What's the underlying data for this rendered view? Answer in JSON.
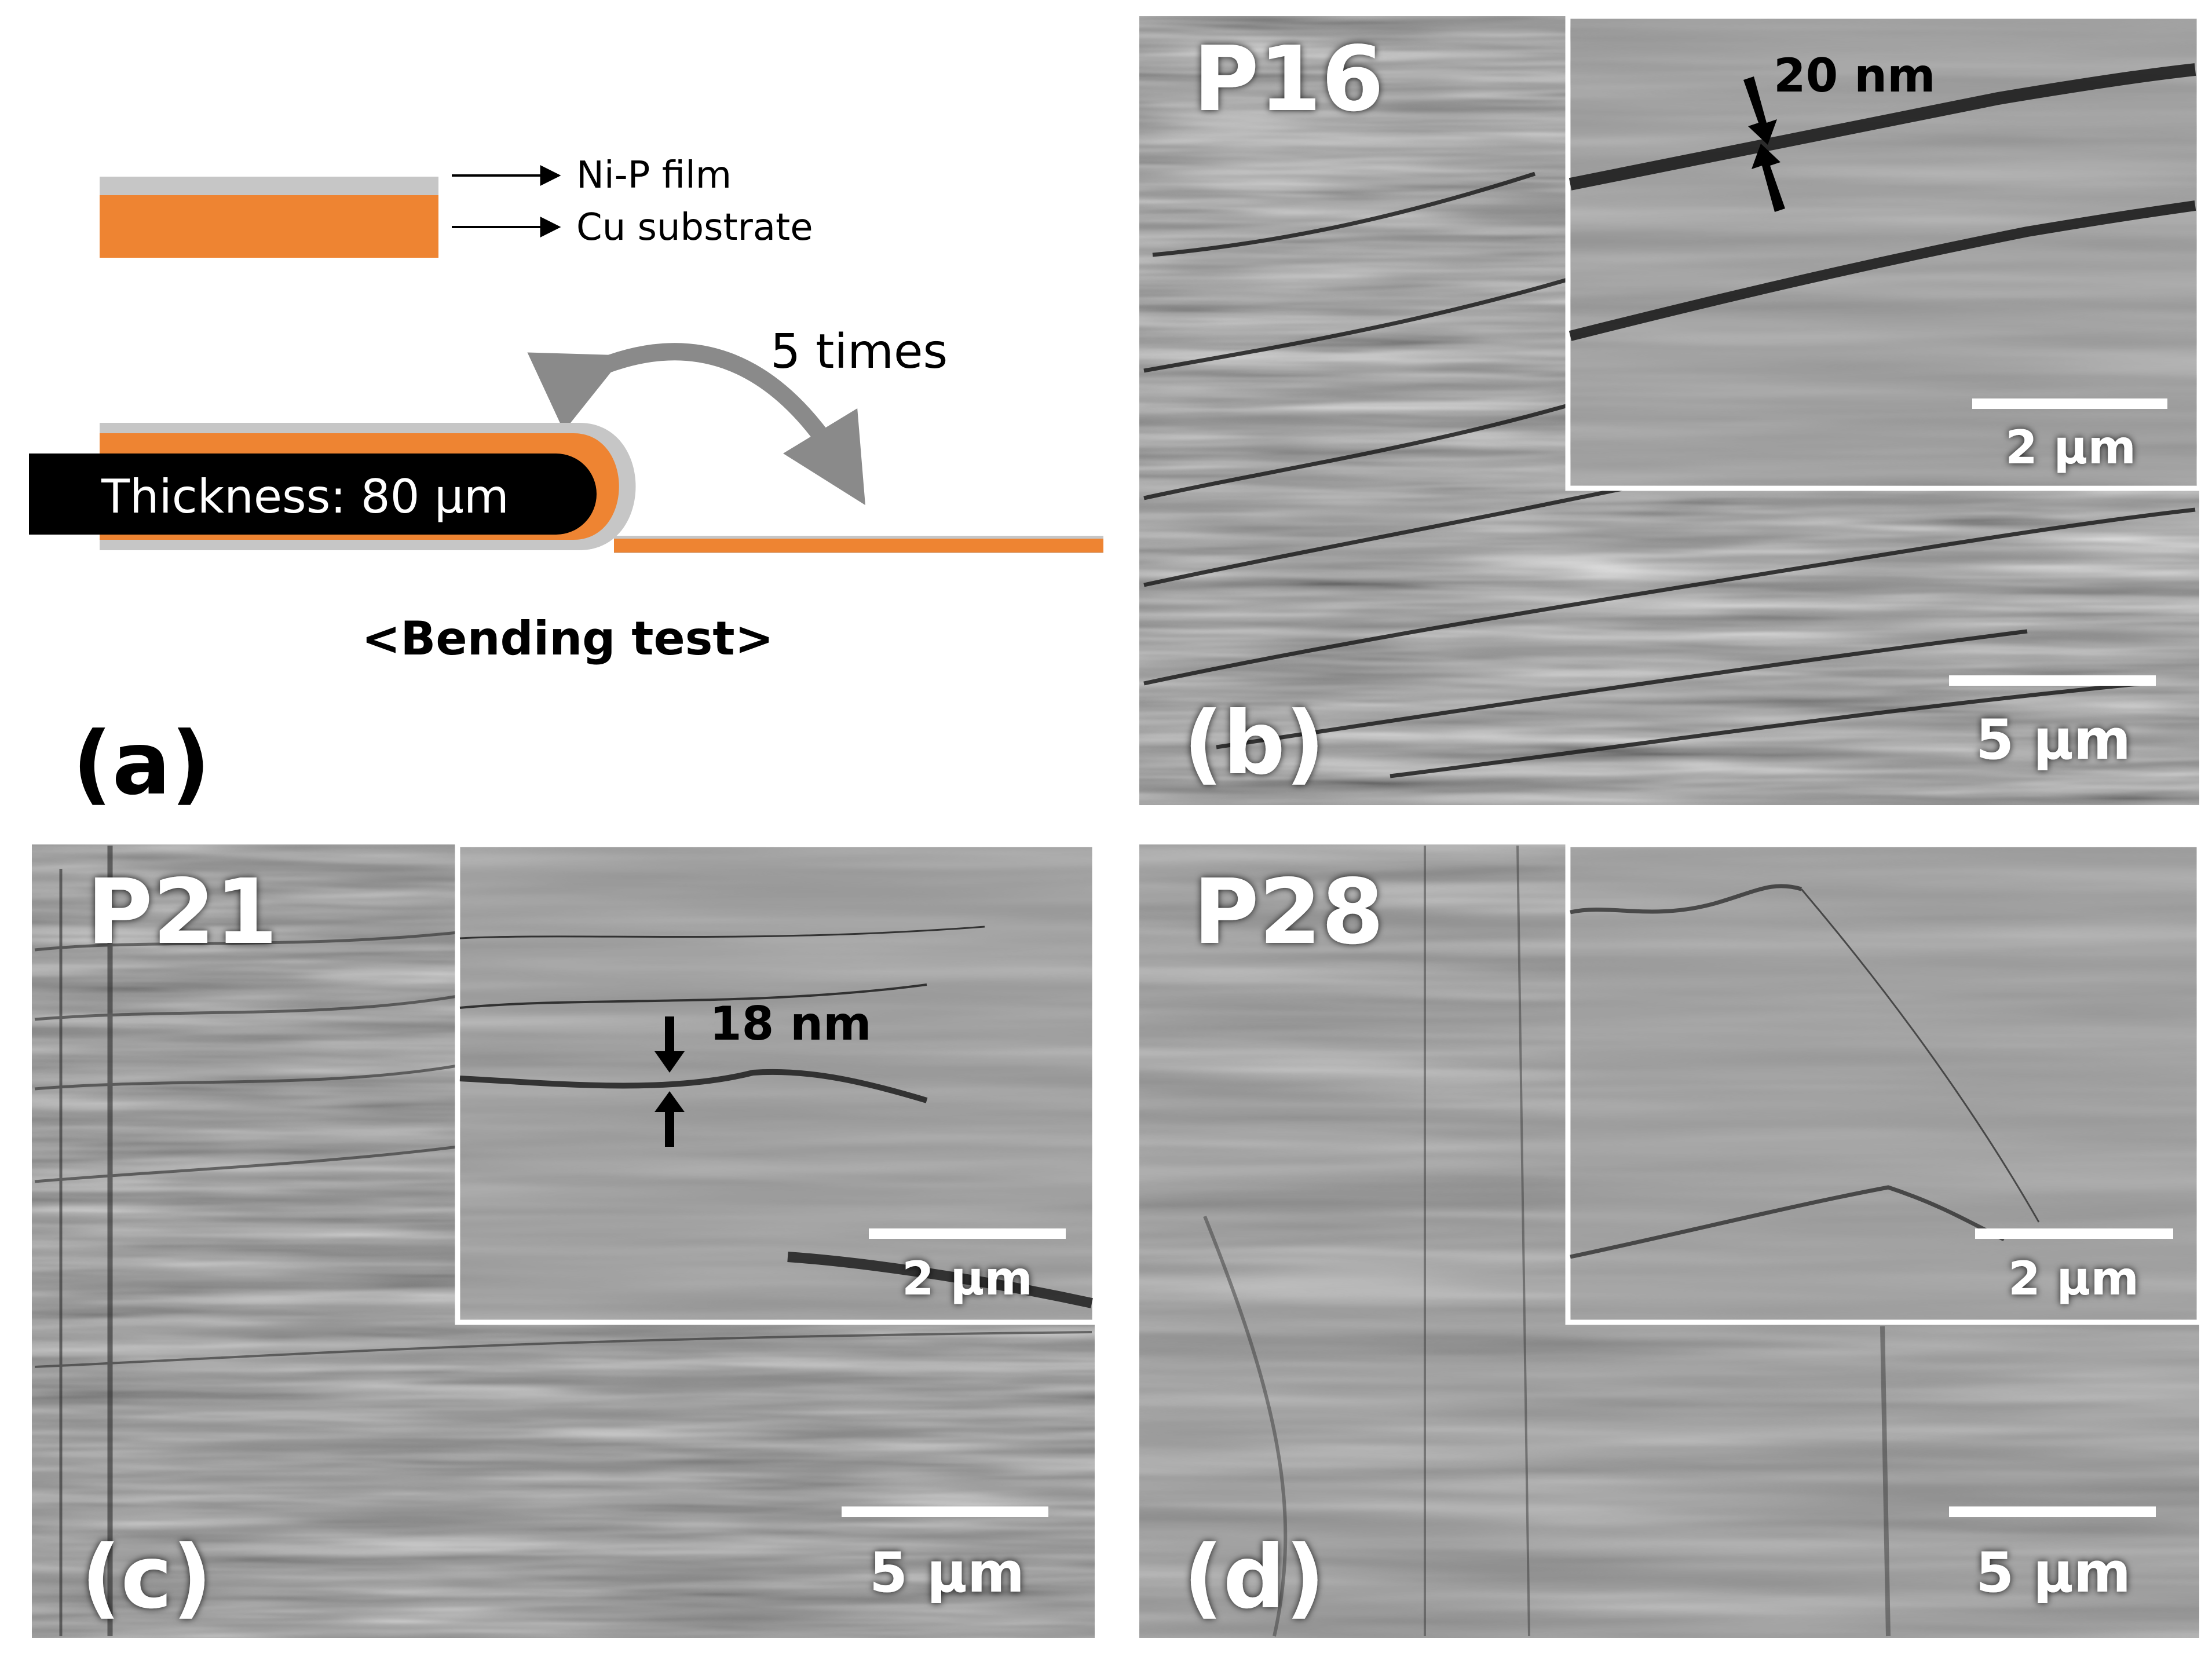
{
  "colors": {
    "copper": "#ee8432",
    "nip_film": "#c6c6c6",
    "holder": "#000000",
    "arrow_gray": "#8a8a8a",
    "sem_base": "#8e8e8e",
    "label_white": "#ffffff",
    "label_black": "#000000"
  },
  "panel_a": {
    "label": "(a)",
    "legend": {
      "film": "Ni-P film",
      "substrate": "Cu substrate"
    },
    "cycles": "5 times",
    "holder_text": "Thickness: 80 μm",
    "caption": "<Bending test>"
  },
  "panel_b": {
    "label": "(b)",
    "sample": "P16",
    "scale": "5 μm",
    "inset_scale": "2 μm",
    "crack_width": "20 nm"
  },
  "panel_c": {
    "label": "(c)",
    "sample": "P21",
    "scale": "5 μm",
    "inset_scale": "2 μm",
    "crack_width": "18 nm"
  },
  "panel_d": {
    "label": "(d)",
    "sample": "P28",
    "scale": "5 μm",
    "inset_scale": "2 μm"
  }
}
